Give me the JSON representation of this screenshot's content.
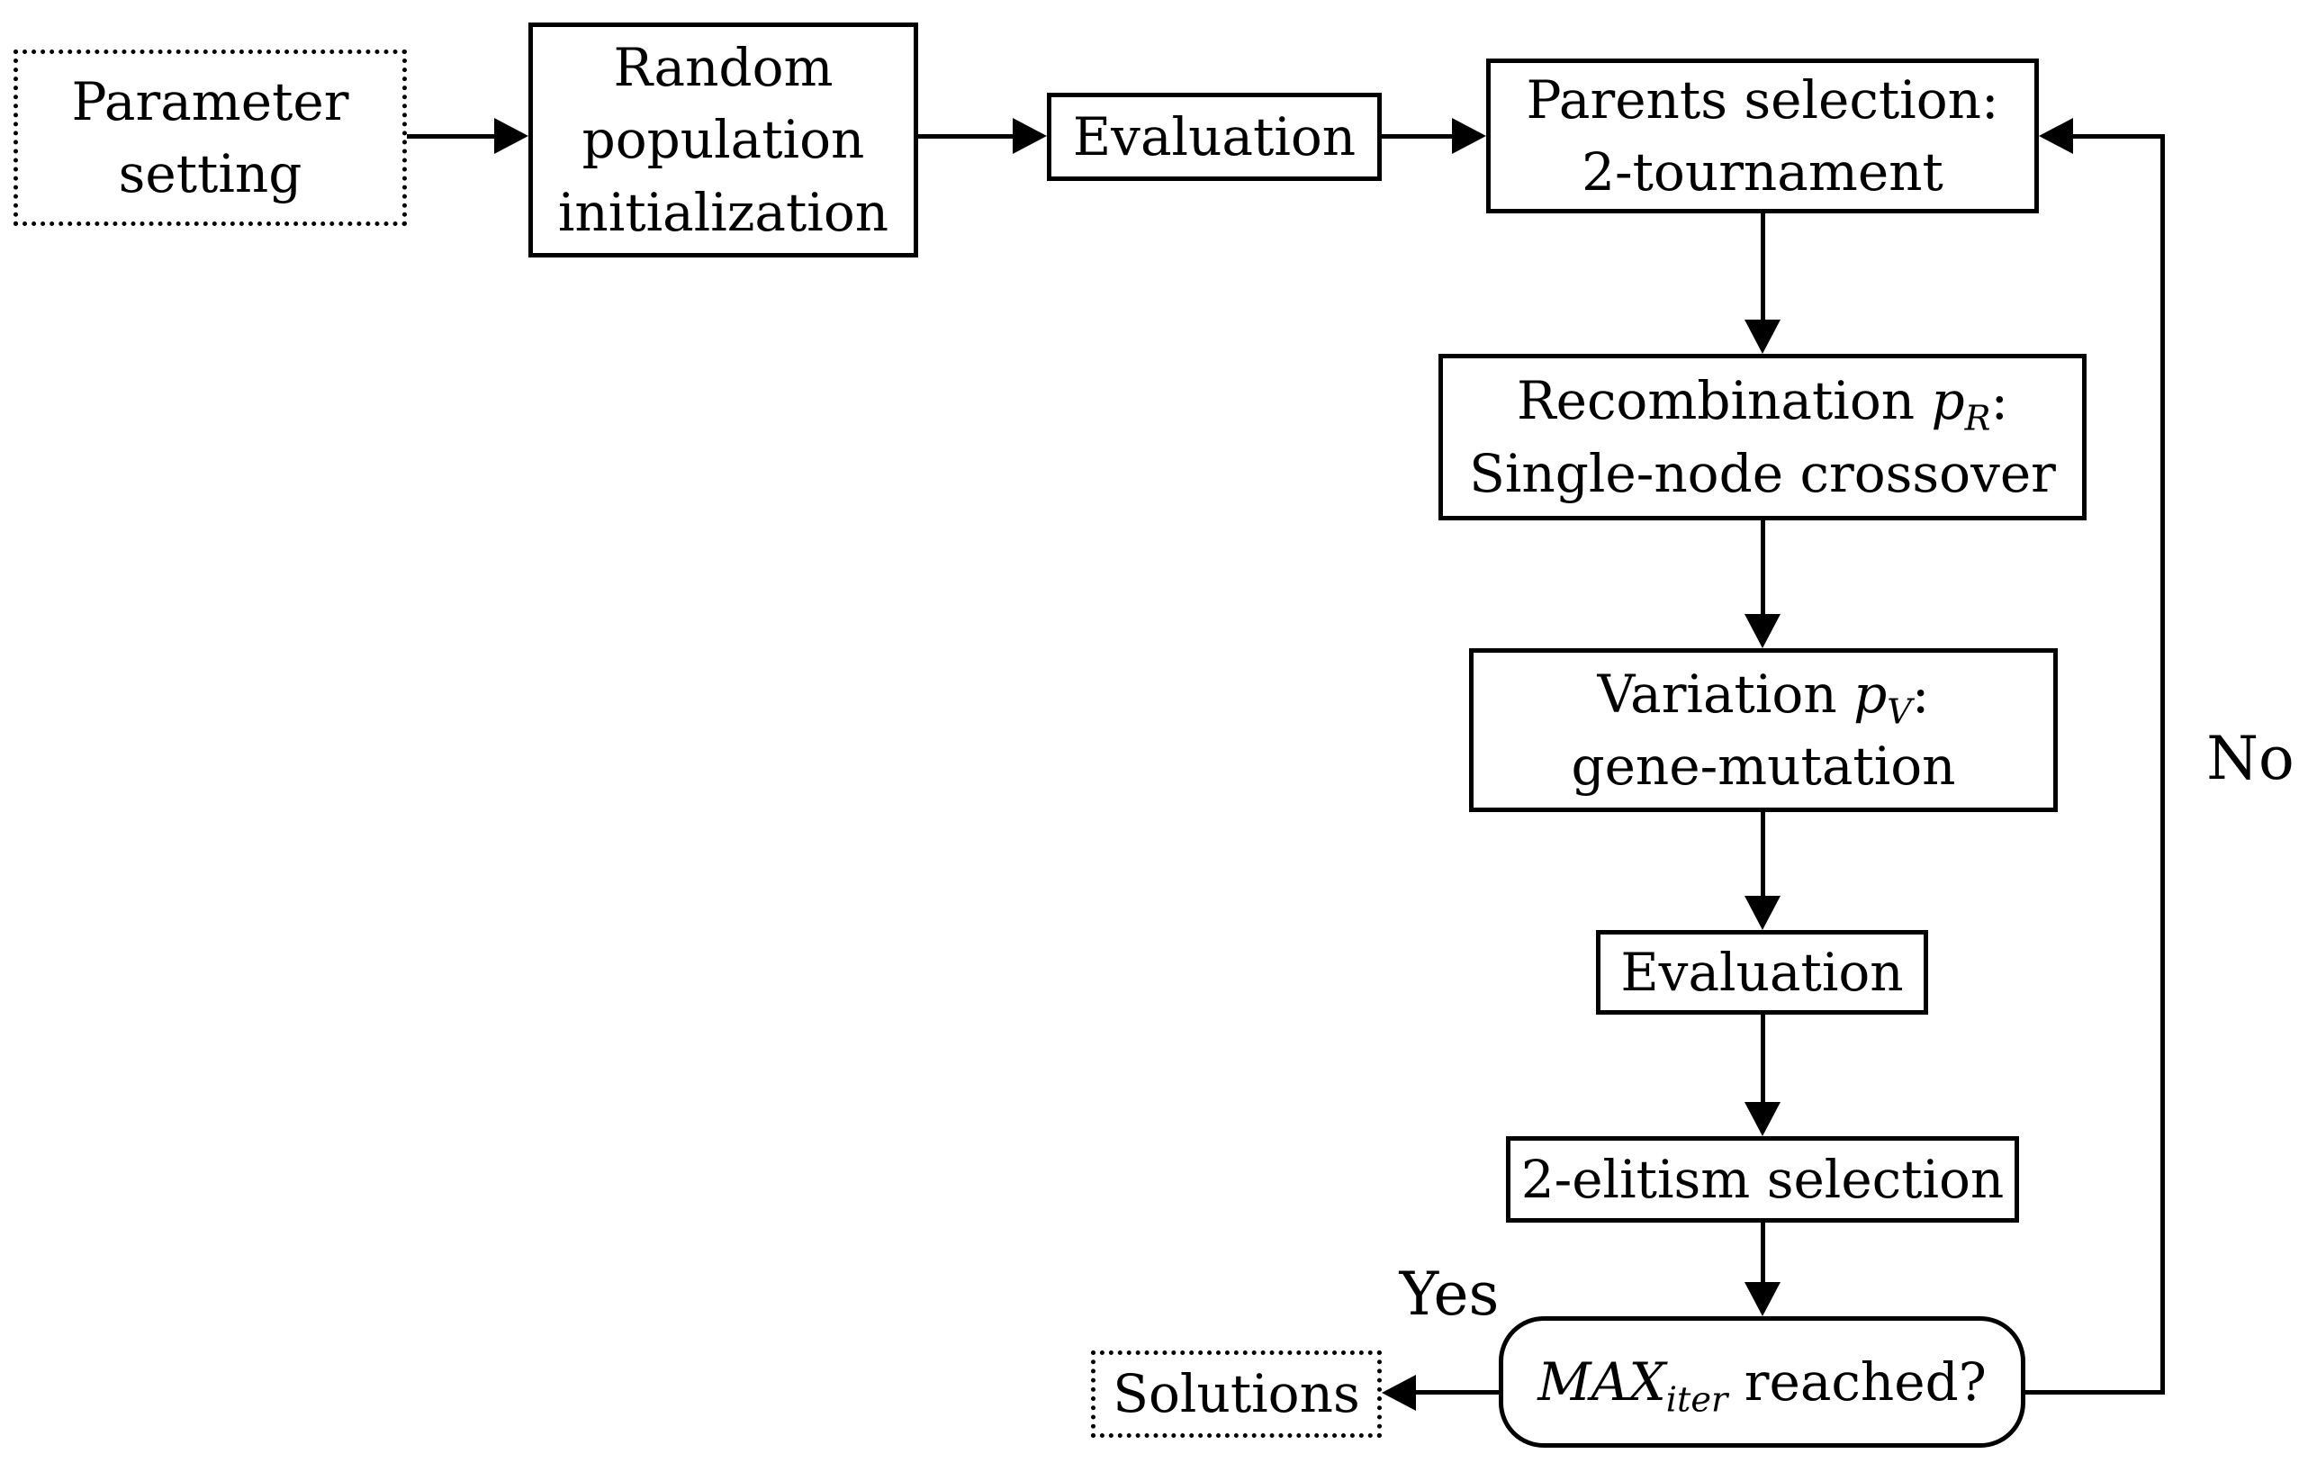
{
  "diagram": {
    "background": "#ffffff",
    "stroke_color": "#000000",
    "nodes": {
      "parameter_setting": {
        "lines": [
          "Parameter",
          "setting"
        ]
      },
      "random_init": {
        "lines": [
          "Random",
          "population",
          "initialization"
        ]
      },
      "evaluation_1": {
        "label": "Evaluation"
      },
      "parents_selection": {
        "lines": [
          "Parents selection:",
          "2-tournament"
        ]
      },
      "recombination": {
        "prefix": "Recombination ",
        "var": "p",
        "sub": "R",
        "colon": ":",
        "line2": "Single-node crossover"
      },
      "variation": {
        "prefix": "Variation ",
        "var": "p",
        "sub": "V",
        "colon": ":",
        "line2": "gene-mutation"
      },
      "evaluation_2": {
        "label": "Evaluation"
      },
      "elitism": {
        "label": "2-elitism selection"
      },
      "max_check": {
        "math": "MAX",
        "sub": "iter",
        "suffix": " reached?"
      },
      "solutions": {
        "label": "Solutions"
      }
    },
    "edge_labels": {
      "yes": "Yes",
      "no": "No"
    }
  }
}
